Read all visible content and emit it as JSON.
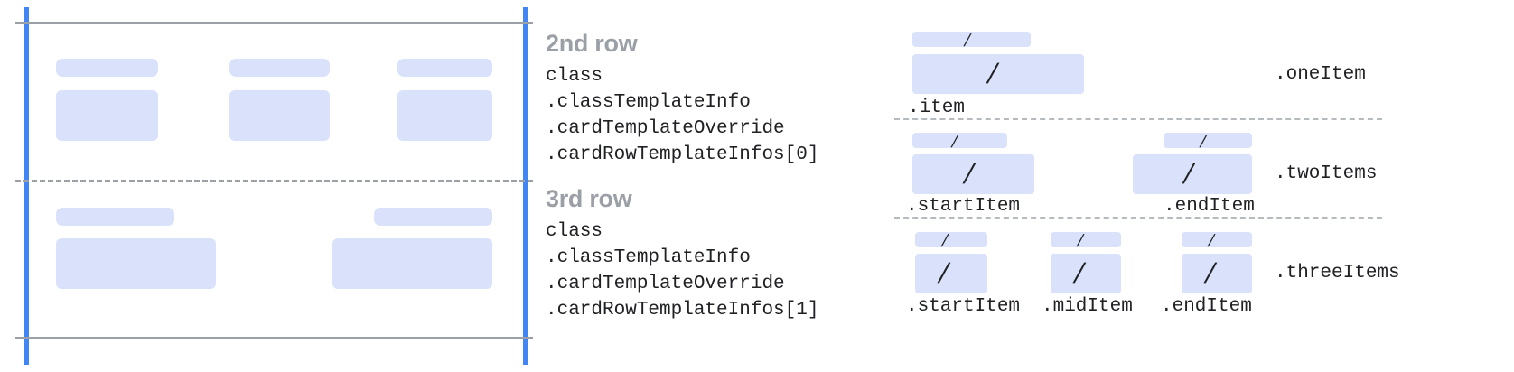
{
  "diagram": {
    "title_color": "#9AA0A6",
    "accent_blue": "#4285F4",
    "placeholder_blue": "#D9E2FA",
    "rule_gray": "#9AA0A6",
    "text_color": "#202124",
    "slash_glyph": "/"
  },
  "rows": [
    {
      "title": "2nd row",
      "code_lines": [
        "class",
        ".classTemplateInfo",
        ".cardTemplateOverride",
        ".cardRowTemplateInfos[0]"
      ]
    },
    {
      "title": "3rd row",
      "code_lines": [
        "class",
        ".classTemplateInfo",
        ".cardTemplateOverride",
        ".cardRowTemplateInfos[1]"
      ]
    }
  ],
  "variants": [
    {
      "name": ".oneItem",
      "items": [
        {
          "label": ".item"
        }
      ]
    },
    {
      "name": ".twoItems",
      "items": [
        {
          "label": ".startItem"
        },
        {
          "label": ".endItem"
        }
      ]
    },
    {
      "name": ".threeItems",
      "items": [
        {
          "label": ".startItem"
        },
        {
          "label": ".midItem"
        },
        {
          "label": ".endItem"
        }
      ]
    }
  ]
}
